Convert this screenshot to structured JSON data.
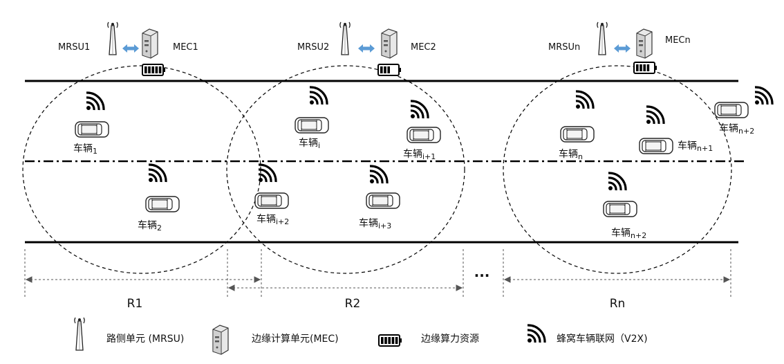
{
  "units": [
    {
      "rsu_label": "MRSU1",
      "mec_label": "MEC1",
      "battery_level": 1.0
    },
    {
      "rsu_label": "MRSU2",
      "mec_label": "MEC2",
      "battery_level": 0.5
    },
    {
      "rsu_label": "MRSUn",
      "mec_label": "MECn",
      "battery_level": 0.75
    }
  ],
  "vehicles": [
    {
      "main": "车辆",
      "sub": "1"
    },
    {
      "main": "车辆",
      "sub": "2"
    },
    {
      "main": "车辆",
      "sub": "i"
    },
    {
      "main": "车辆",
      "sub": "i+1"
    },
    {
      "main": "车辆",
      "sub": "i+2"
    },
    {
      "main": "车辆",
      "sub": "i+3"
    },
    {
      "main": "车辆",
      "sub": "n"
    },
    {
      "main": "车辆",
      "sub": "n+1"
    },
    {
      "main": "车辆",
      "sub": "n+2"
    },
    {
      "main": "车辆",
      "sub": "n+2"
    }
  ],
  "ranges": [
    "R1",
    "R2",
    "Rn"
  ],
  "ellipsis": "...",
  "legend": {
    "rsu": "路侧单元 (MRSU)",
    "mec": "边缘计算单元(MEC)",
    "battery": "边缘算力资源",
    "v2x": "蜂窝车辆联网（V2X)"
  },
  "colors": {
    "arrow": "#5b9bd5",
    "line": "#000000",
    "car_body": "#ffffff",
    "car_stroke": "#000000"
  },
  "icons": {
    "rsu": "antenna-tower-icon",
    "mec": "server-box-icon",
    "battery": "battery-icon",
    "v2x": "wireless-signal-icon",
    "vehicle": "car-icon",
    "link": "double-arrow-icon"
  }
}
